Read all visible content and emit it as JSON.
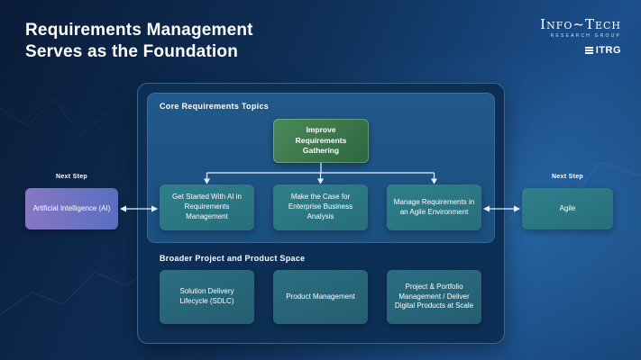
{
  "title": {
    "line1": "Requirements Management",
    "line2": "Serves as the Foundation"
  },
  "logo": {
    "name": "Info~Tech",
    "subtitle": "RESEARCH GROUP",
    "brand": "ITRG"
  },
  "core": {
    "label": "Core Requirements Topics",
    "root": "Improve Requirements Gathering",
    "children": [
      {
        "label": "Get Started With AI in Requirements Management"
      },
      {
        "label": "Make the Case for Enterprise Business Analysis"
      },
      {
        "label": "Manage Requirements in an Agile Environment"
      }
    ]
  },
  "broader": {
    "label": "Broader Project and Product Space",
    "items": [
      {
        "label": "Solution Delivery Lifecycle (SDLC)"
      },
      {
        "label": "Product Management"
      },
      {
        "label": "Project & Portfolio Management / Deliver Digital Products at Scale"
      }
    ]
  },
  "left_flow": {
    "step_label": "Next Step",
    "box": "Artificial Intelligence (AI)"
  },
  "right_flow": {
    "step_label": "Next Step",
    "box": "Agile"
  },
  "colors": {
    "panel_outer": "#0d2f55",
    "green": "#4a8a58",
    "green_dark": "#2d663f",
    "teal": "#2f808c",
    "teal_dark": "#276e7b",
    "lower": "#2b6e82",
    "lower_dark": "#245e70",
    "purple": "#8678c2",
    "purple_blue": "#5a6ec2"
  }
}
